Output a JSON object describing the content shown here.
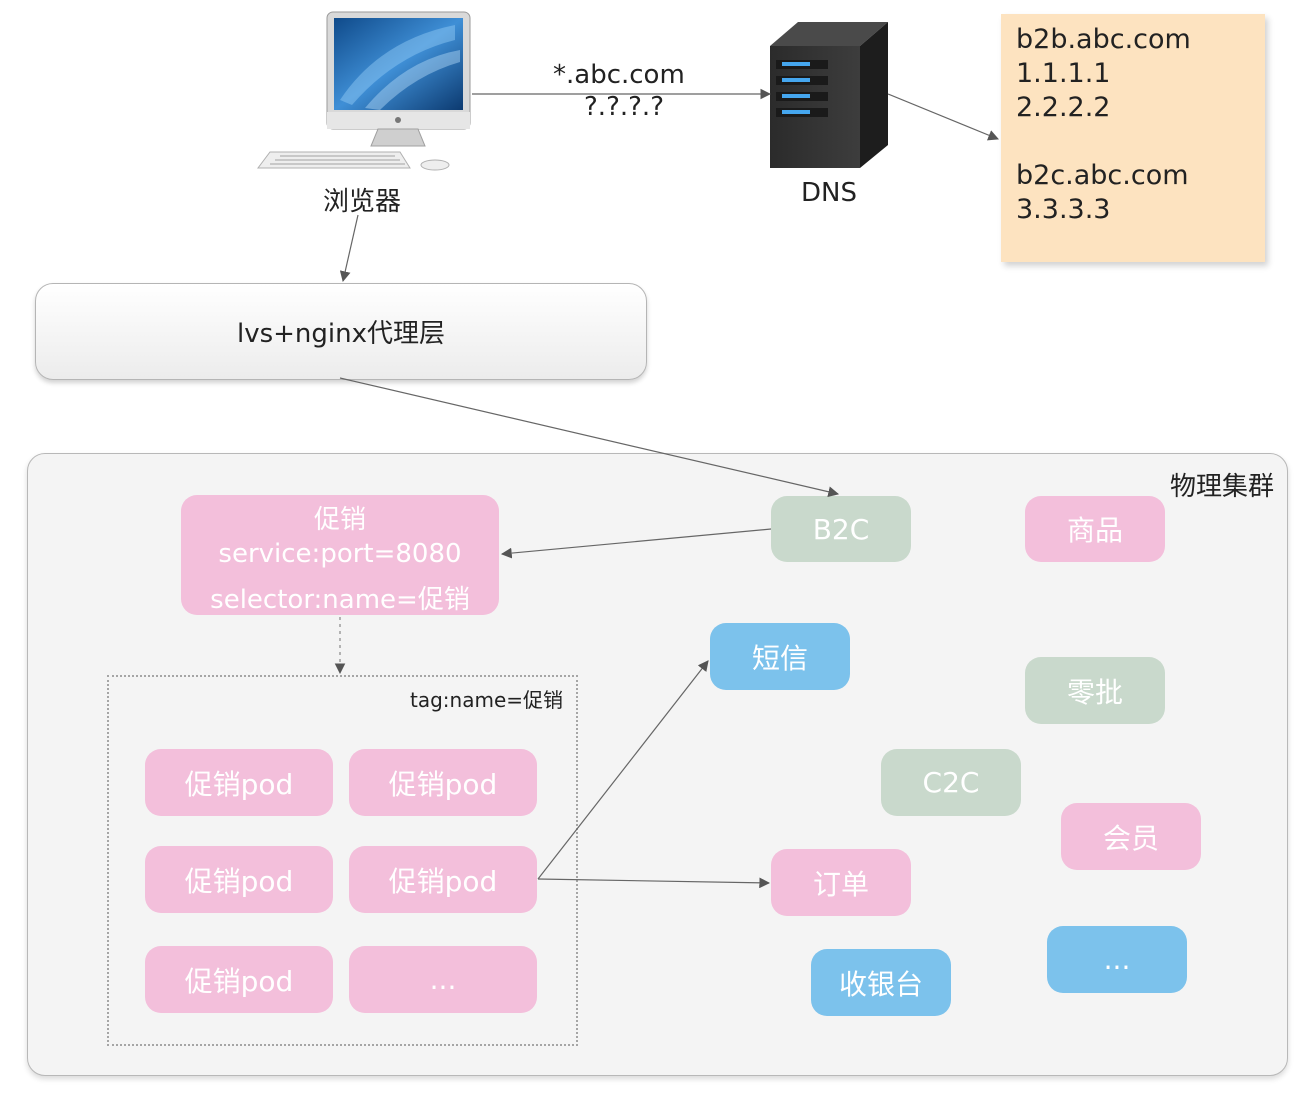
{
  "browser": {
    "label": "浏览器"
  },
  "dns": {
    "label": "DNS",
    "query": {
      "domain": "*.abc.com",
      "ip": "?.?.?.?"
    }
  },
  "dns_records": [
    {
      "domain": "b2b.abc.com",
      "ips": [
        "1.1.1.1",
        "2.2.2.2"
      ]
    },
    {
      "domain": "b2c.abc.com",
      "ips": [
        "3.3.3.3"
      ]
    }
  ],
  "proxy": {
    "label": "lvs+nginx代理层"
  },
  "cluster": {
    "title": "物理集群",
    "promo_service": {
      "lines": [
        "促销",
        "service:port=8080",
        "selector:name=促销"
      ]
    },
    "pod_group": {
      "tag": "tag:name=促销",
      "pods": [
        "促销pod",
        "促销pod",
        "促销pod",
        "促销pod",
        "促销pod",
        "..."
      ]
    },
    "services": {
      "b2c": "B2C",
      "goods": "商品",
      "sms": "短信",
      "retail": "零批",
      "c2c": "C2C",
      "member": "会员",
      "order": "订单",
      "cashier": "收银台",
      "more": "..."
    }
  },
  "colors": {
    "pink": "#f3bfdb",
    "green": "#c9d9cc",
    "blue": "#7cc2ec",
    "note": "#fde3c0"
  }
}
